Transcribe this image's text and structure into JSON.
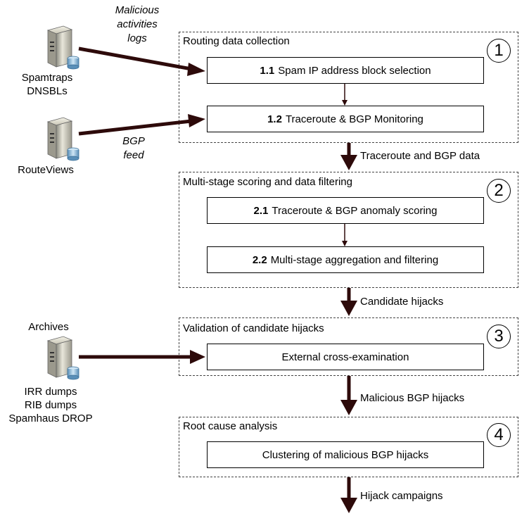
{
  "sources": {
    "spamtraps": {
      "lines": [
        "Spamtraps",
        "DNSBLs"
      ],
      "icon": "server-icon"
    },
    "routeviews": {
      "lines": [
        "RouteViews"
      ],
      "icon": "server-icon"
    },
    "archives": {
      "top": "Archives",
      "lines": [
        "IRR dumps",
        "RIB dumps",
        "Spamhaus DROP"
      ],
      "icon": "server-icon"
    }
  },
  "edge_labels": {
    "malicious": [
      "Malicious",
      "activities",
      "logs"
    ],
    "bgp": [
      "BGP",
      "feed"
    ]
  },
  "phases": [
    {
      "number": "1",
      "title": "Routing data collection",
      "steps": [
        {
          "id": "1.1",
          "text": "Spam IP address block selection"
        },
        {
          "id": "1.2",
          "text": "Traceroute & BGP Monitoring"
        }
      ],
      "output": "Traceroute and BGP data"
    },
    {
      "number": "2",
      "title": "Multi-stage scoring and data filtering",
      "steps": [
        {
          "id": "2.1",
          "text": "Traceroute & BGP anomaly scoring"
        },
        {
          "id": "2.2",
          "text": "Multi-stage aggregation and filtering"
        }
      ],
      "output": "Candidate hijacks"
    },
    {
      "number": "3",
      "title": "Validation of candidate hijacks",
      "steps": [
        {
          "id": "",
          "text": "External cross-examination"
        }
      ],
      "output": "Malicious BGP hijacks"
    },
    {
      "number": "4",
      "title": "Root cause analysis",
      "steps": [
        {
          "id": "",
          "text": "Clustering of malicious BGP hijacks"
        }
      ],
      "output": "Hijack campaigns"
    }
  ],
  "colors": {
    "arrow": "#2d0a0a",
    "border": "#000000",
    "dashed": "#444444"
  }
}
